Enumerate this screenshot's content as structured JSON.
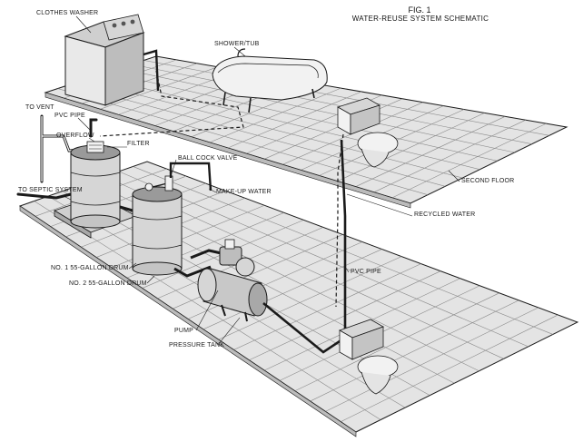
{
  "figure": {
    "number": "FIG. 1",
    "title": "WATER-REUSE SYSTEM SCHEMATIC"
  },
  "labels": {
    "clothes_washer": "CLOTHES WASHER",
    "shower_tub": "SHOWER/TUB",
    "to_vent": "TO VENT",
    "pvc_pipe_top": "PVC PIPE",
    "overflow": "OVERFLOW",
    "filter": "FILTER",
    "ball_cock_valve": "BALL COCK VALVE",
    "make_up_water": "MAKE-UP WATER",
    "to_septic_system": "TO SEPTIC SYSTEM",
    "second_floor": "SECOND FLOOR",
    "recycled_water": "RECYCLED WATER",
    "drum_1": "NO. 1 55-GALLON DRUM",
    "drum_2": "NO. 2 55-GALLON DRUM",
    "pvc_pipe_bottom": "PVC PIPE",
    "pump": "PUMP",
    "pressure_tank": "PRESSURE TANK"
  },
  "colors": {
    "ink": "#1a1a1a",
    "floor_fill": "#e4e4e4",
    "tile_line": "#8a8a8a",
    "fixture_fill": "#f2f2f2"
  }
}
